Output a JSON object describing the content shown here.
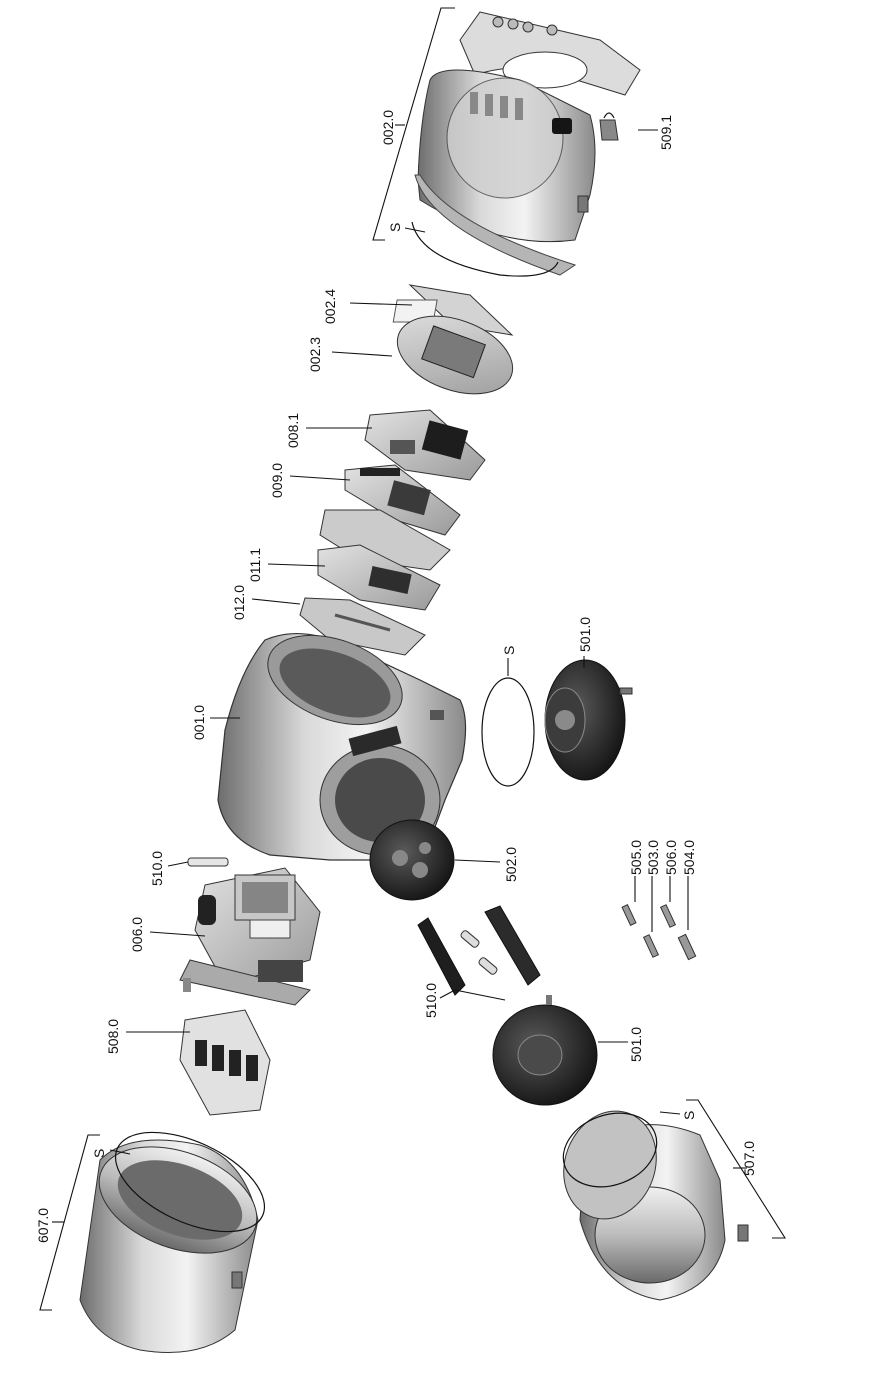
{
  "labels": {
    "p002_0": "002.0",
    "p509_1": "509.1",
    "s_top": "S",
    "p002_4": "002.4",
    "p002_3": "002.3",
    "p008_1": "008.1",
    "p009_0": "009.0",
    "p011_1": "011.1",
    "p012_0": "012.0",
    "p001_0": "001.0",
    "s_mid": "S",
    "p501_0_a": "501.0",
    "p510_0_a": "510.0",
    "p006_0": "006.0",
    "p502_0": "502.0",
    "p505_0": "505.0",
    "p503_0": "503.0",
    "p506_0": "506.0",
    "p504_0": "504.0",
    "p508_0": "508.0",
    "p510_0_b": "510.0",
    "p501_0_b": "501.0",
    "p607_0": "607.0",
    "s_left": "S",
    "p507_0": "507.0",
    "s_right": "S"
  },
  "colors": {
    "metal_light": "#e4e4e4",
    "metal_mid": "#a9a9a9",
    "metal_dark": "#555555",
    "pcb": "#b9b9b9",
    "black_part": "#1c1c1c",
    "line": "#111111"
  }
}
